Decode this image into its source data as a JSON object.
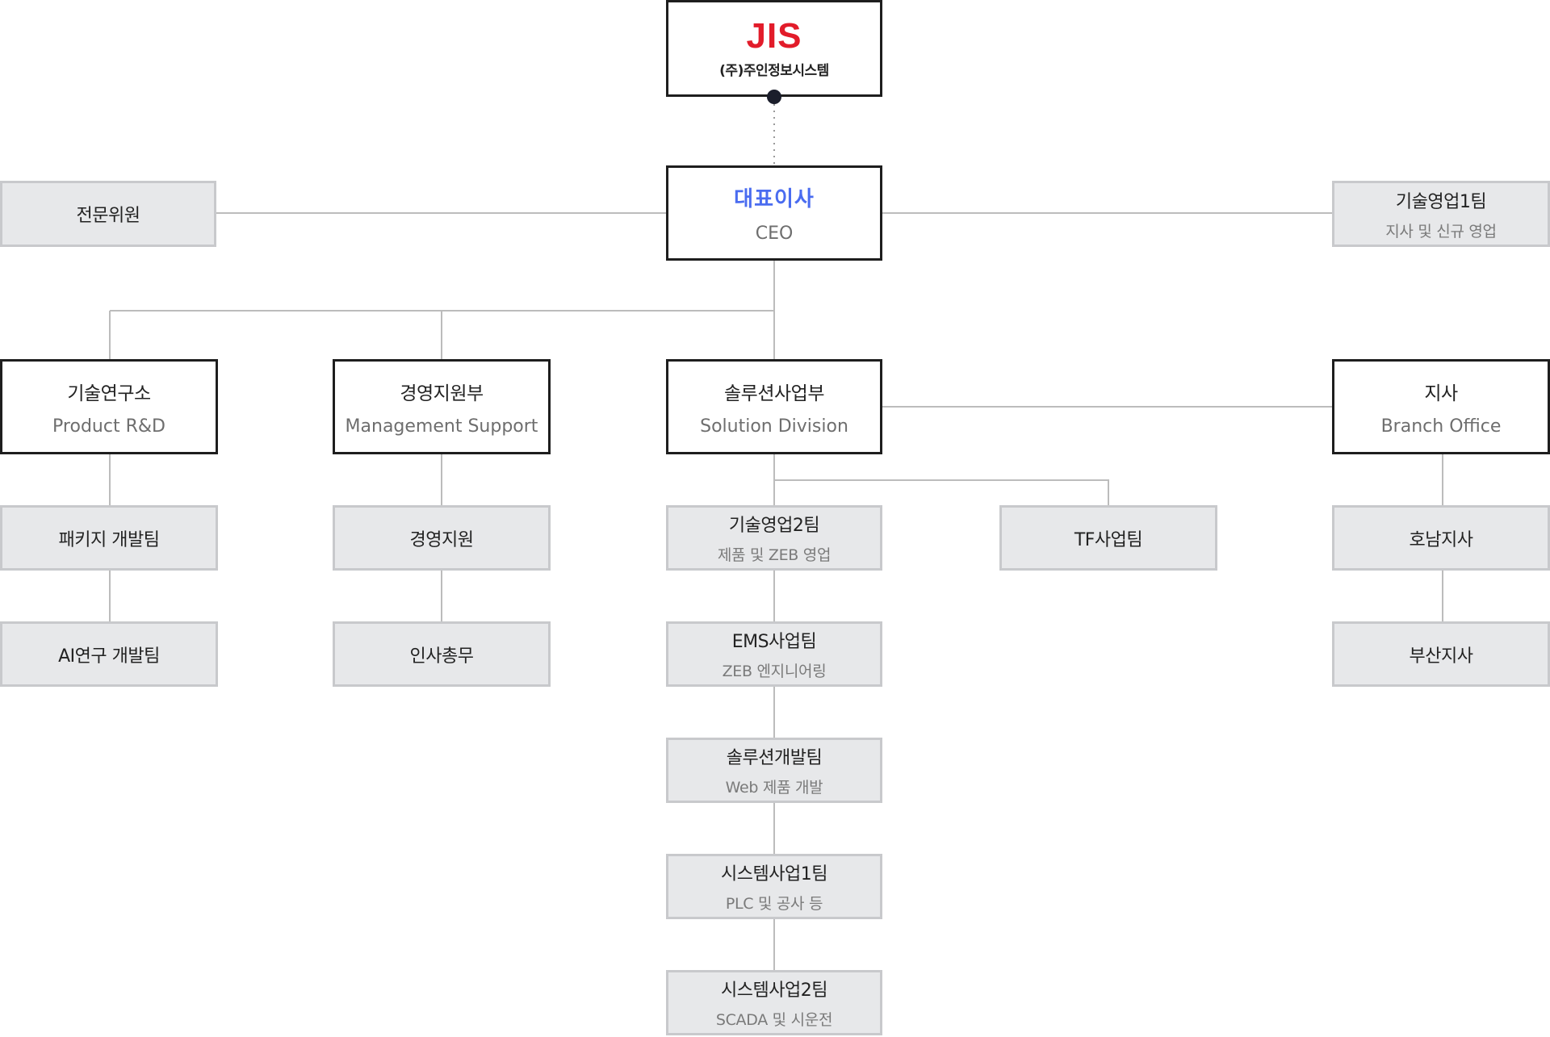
{
  "company": {
    "logo": "JIS",
    "name": "(주)주인정보시스템"
  },
  "ceo": {
    "title": "대표이사",
    "subtitle": "CEO"
  },
  "advisor": {
    "title": "전문위원"
  },
  "sales1": {
    "title": "기술영업1팀",
    "subtitle": "지사 및 신규 영업"
  },
  "departments": {
    "rnd": {
      "title": "기술연구소",
      "subtitle": "Product R&D"
    },
    "management": {
      "title": "경영지원부",
      "subtitle": "Management Support"
    },
    "solution": {
      "title": "솔루션사업부",
      "subtitle": "Solution Division"
    },
    "branch": {
      "title": "지사",
      "subtitle": "Branch Office"
    }
  },
  "teams": {
    "rnd": [
      {
        "title": "패키지 개발팀"
      },
      {
        "title": "AI연구 개발팀"
      }
    ],
    "management": [
      {
        "title": "경영지원"
      },
      {
        "title": "인사총무"
      }
    ],
    "solution": [
      {
        "title": "기술영업2팀",
        "subtitle": "제품 및 ZEB 영업"
      },
      {
        "title": "EMS사업팀",
        "subtitle": "ZEB 엔지니어링"
      },
      {
        "title": "솔루션개발팀",
        "subtitle": "Web 제품 개발"
      },
      {
        "title": "시스템사업1팀",
        "subtitle": "PLC 및 공사 등"
      },
      {
        "title": "시스템사업2팀",
        "subtitle": "SCADA 및 시운전"
      }
    ],
    "tf": {
      "title": "TF사업팀"
    },
    "branch": [
      {
        "title": "호남지사"
      },
      {
        "title": "부산지사"
      }
    ]
  }
}
